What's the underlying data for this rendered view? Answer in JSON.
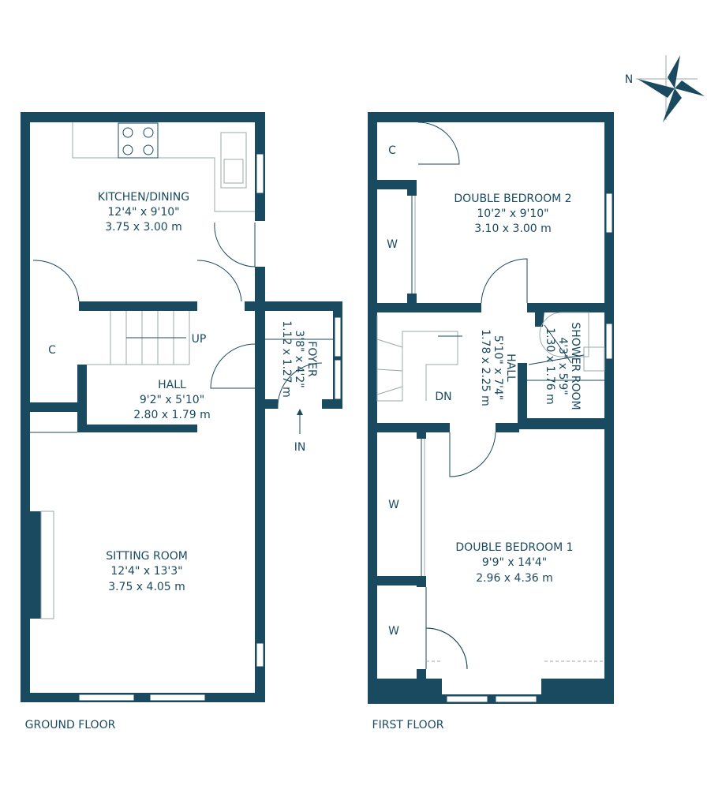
{
  "colors": {
    "wall": "#1a4a60",
    "background": "#ffffff"
  },
  "compass": {
    "label": "N"
  },
  "ground_floor": {
    "label": "GROUND FLOOR",
    "rooms": [
      {
        "name": "KITCHEN/DINING",
        "imperial": "12'4\" x 9'10\"",
        "metric": "3.75 x 3.00 m"
      },
      {
        "name": "HALL",
        "imperial": "9'2\" x 5'10\"",
        "metric": "2.80 x 1.79 m"
      },
      {
        "name": "FOYER",
        "imperial": "3'8\" x 4'2\"",
        "metric": "1.12 x 1.27 m"
      },
      {
        "name": "SITTING ROOM",
        "imperial": "12'4\" x 13'3\"",
        "metric": "3.75 x 4.05 m"
      }
    ],
    "closet": "C",
    "stairs": "UP",
    "entrance": "IN"
  },
  "first_floor": {
    "label": "FIRST FLOOR",
    "rooms": [
      {
        "name": "DOUBLE BEDROOM 2",
        "imperial": "10'2\" x 9'10\"",
        "metric": "3.10 x 3.00 m"
      },
      {
        "name": "HALL",
        "imperial": "5'10\" x 7'4\"",
        "metric": "1.78 x 2.25 m"
      },
      {
        "name": "SHOWER ROOM",
        "imperial": "4'3\" x 5'9\"",
        "metric": "1.30 x 1.76 m"
      },
      {
        "name": "DOUBLE BEDROOM 1",
        "imperial": "9'9\" x 14'4\"",
        "metric": "2.96 x 4.36 m"
      }
    ],
    "closet": "C",
    "wardrobes": [
      "W",
      "W",
      "W"
    ],
    "stairs": "DN"
  }
}
